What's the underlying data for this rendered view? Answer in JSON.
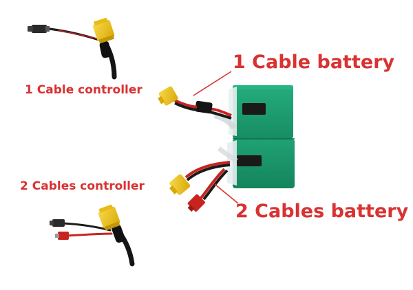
{
  "labels": {
    "battery_single": "1 Cable battery",
    "controller_single": "1 Cable controller",
    "controller_double": "2 Cables controller",
    "battery_double": "2 Cables battery"
  },
  "colors": {
    "label_red": "#d93232",
    "battery_green": "#1f9e72",
    "battery_green_dark": "#147554",
    "connector_yellow": "#f2c418",
    "cable_red": "#c8231f",
    "cable_black": "#1a1a1a"
  }
}
